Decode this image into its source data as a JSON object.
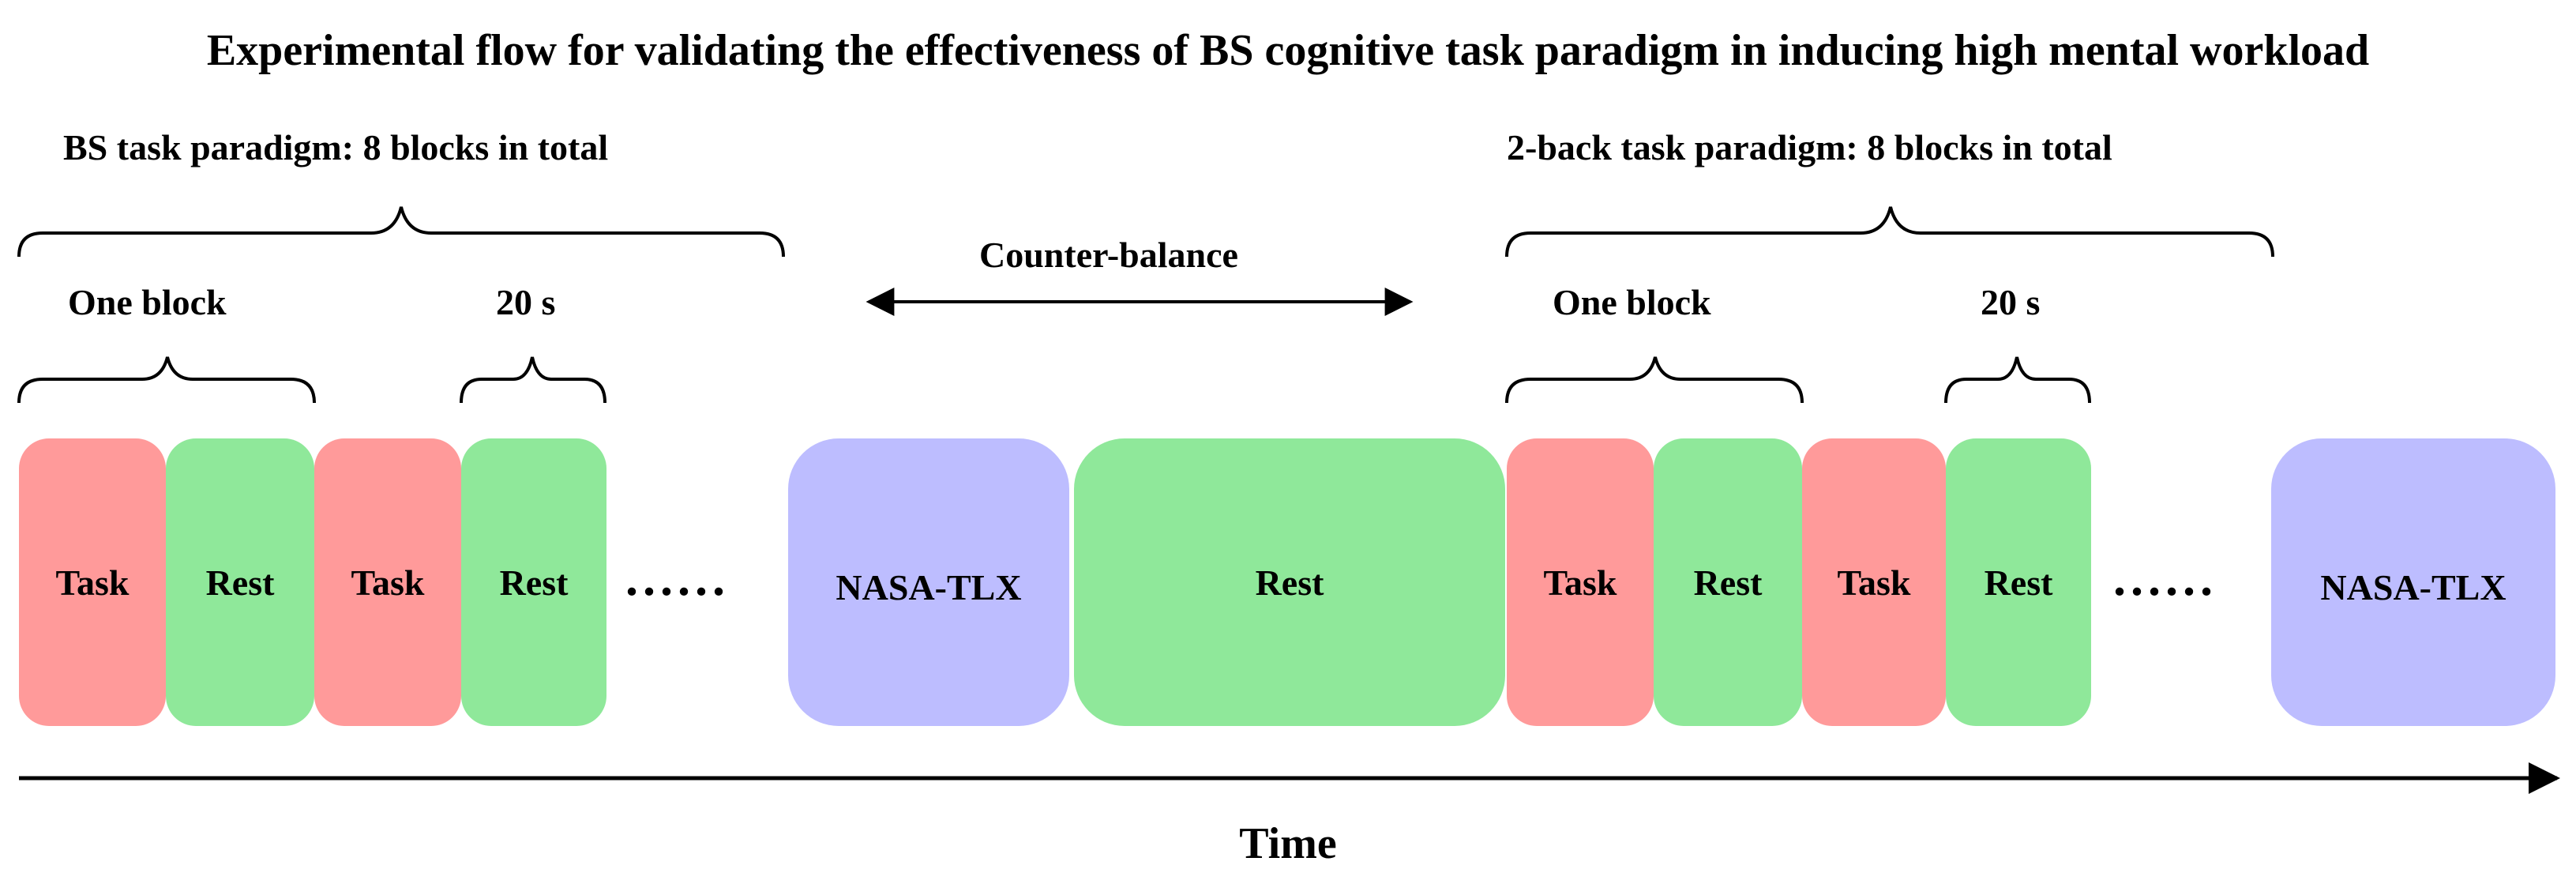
{
  "title": "Experimental flow for validating the effectiveness of BS cognitive task paradigm in inducing high mental workload",
  "left_paradigm": {
    "label": "BS task paradigm: 8 blocks in total",
    "one_block_label": "One block",
    "rest_duration_label": "20 s",
    "boxes": [
      "Task",
      "Rest",
      "Task",
      "Rest"
    ],
    "ellipsis": "......",
    "questionnaire": "NASA-TLX"
  },
  "middle": {
    "counterbalance_label": "Counter-balance",
    "rest_label": "Rest"
  },
  "right_paradigm": {
    "label": "2-back task paradigm: 8 blocks in total",
    "one_block_label": "One block",
    "rest_duration_label": "20 s",
    "boxes": [
      "Task",
      "Rest",
      "Task",
      "Rest"
    ],
    "ellipsis": "......",
    "questionnaire": "NASA-TLX"
  },
  "time_axis_label": "Time",
  "colors": {
    "task": "#FF9A9A",
    "rest": "#8FE89A",
    "questionnaire": "#BDBDFF"
  }
}
